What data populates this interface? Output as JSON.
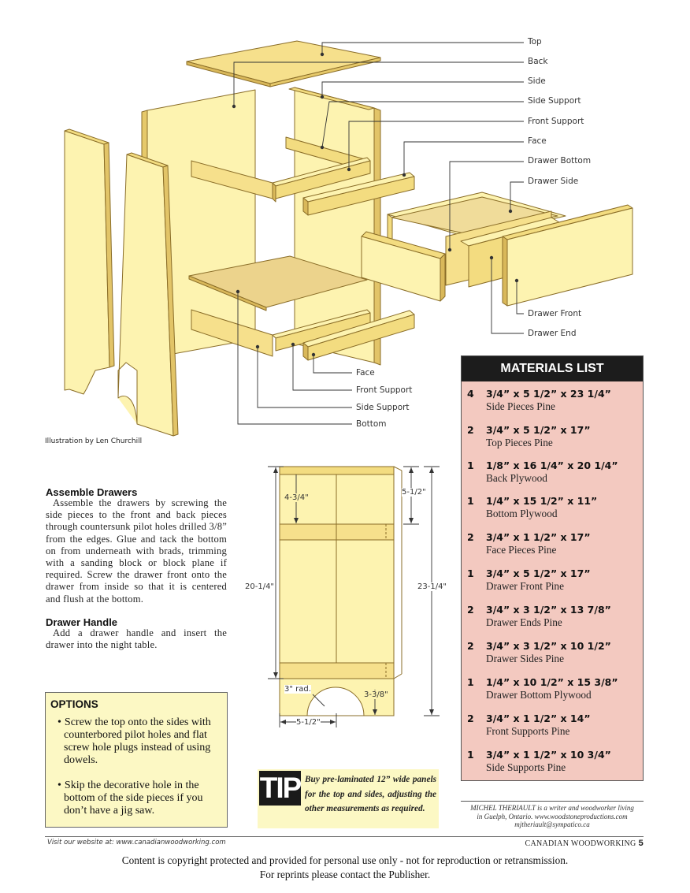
{
  "illustration": {
    "callouts_top": [
      "Top",
      "Back",
      "Side",
      "Side Support",
      "Front Support",
      "Face",
      "Drawer Bottom",
      "Drawer Side"
    ],
    "callouts_right": [
      "Drawer Front",
      "Drawer End"
    ],
    "callouts_bottom": [
      "Face",
      "Front Support",
      "Side Support",
      "Bottom"
    ],
    "credit": "Illustration by Len Churchill"
  },
  "article": {
    "drawers_heading": "Assemble Drawers",
    "drawers_text": "Assemble the drawers by screwing the side pieces to the front and back pieces through countersunk pilot holes drilled 3/8” from the edges. Glue and tack the bottom on from underneath with brads, trimming with a sanding block or block plane if required. Screw the drawer front onto the drawer from inside so that it is centered and flush at the bottom.",
    "handle_heading": "Drawer Handle",
    "handle_text": "Add a drawer handle and insert the drawer into the night table."
  },
  "options": {
    "title": "OPTIONS",
    "items": [
      "Screw the top onto the sides with counterbored pilot holes and flat screw hole plugs instead of using dowels.",
      "Skip the decorative hole in the bottom of the side pieces if you don’t have a jig saw."
    ]
  },
  "diagram": {
    "dims": [
      "4-3/4\"",
      "5-1/2\"",
      "20-1/4\"",
      "23-1/4\"",
      "3\" rad.",
      "3-3/8\"",
      "5-1/2\""
    ]
  },
  "tip": {
    "badge": "TIP",
    "text": "Buy pre-laminated 12” wide panels for the top and sides, adjusting the other measurements as required."
  },
  "materials": {
    "title": "MATERIALS LIST",
    "items": [
      {
        "qty": "4",
        "dims": "3/4” x 5 1/2” x 23 1/4”",
        "desc": "Side Pieces  Pine"
      },
      {
        "qty": "2",
        "dims": "3/4” x 5 1/2” x 17”",
        "desc": "Top Pieces  Pine"
      },
      {
        "qty": "1",
        "dims": "1/8” x 16 1/4” x 20 1/4”",
        "desc": "Back  Plywood"
      },
      {
        "qty": "1",
        "dims": "1/4” x 15 1/2” x 11”",
        "desc": "Bottom  Plywood"
      },
      {
        "qty": "2",
        "dims": "3/4” x 1 1/2” x 17”",
        "desc": "Face Pieces  Pine"
      },
      {
        "qty": "1",
        "dims": "3/4” x 5 1/2” x 17”",
        "desc": "Drawer Front  Pine"
      },
      {
        "qty": "2",
        "dims": "3/4” x 3 1/2” x 13 7/8”",
        "desc": "Drawer Ends  Pine"
      },
      {
        "qty": "2",
        "dims": "3/4” x 3 1/2” x 10 1/2”",
        "desc": "Drawer Sides  Pine"
      },
      {
        "qty": "1",
        "dims": "1/4” x 10 1/2” x 15 3/8”",
        "desc": "Drawer Bottom  Plywood"
      },
      {
        "qty": "2",
        "dims": "3/4” x 1 1/2” x 14”",
        "desc": "Front Supports  Pine"
      },
      {
        "qty": "1",
        "dims": "3/4” x 1 1/2” x 10 3/4”",
        "desc": "Side Supports  Pine"
      }
    ]
  },
  "author": {
    "line1": "MICHEL THERIAULT is a writer and woodworker living",
    "line2": "in Guelph, Ontario. www.woodstoneproductions.com",
    "line3": "mjtheriault@sympatico.ca"
  },
  "footer": {
    "website": "Visit our website at: www.canadianwoodworking.com",
    "magazine": "CANADIAN WOODWORKING",
    "page": "5",
    "copyright1": "Content is copyright protected and provided for personal use only  - not for reproduction or retransmission.",
    "copyright2": "For reprints please contact the Publisher."
  },
  "colors": {
    "wood_light": "#fdf3b0",
    "wood_mid": "#f3dc80",
    "wood_dark": "#d9b85a",
    "materials_bg": "#f3c9c0",
    "box_bg": "#fcf8c4"
  }
}
